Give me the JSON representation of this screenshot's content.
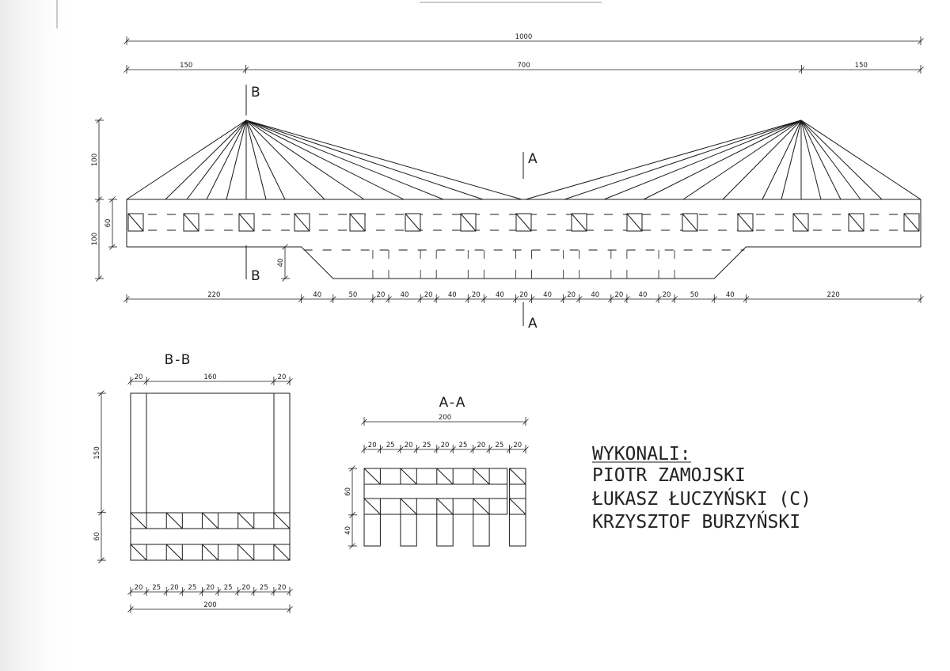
{
  "drawing": {
    "elevation": {
      "dim_overall": "1000",
      "dim_spans": [
        "150",
        "700",
        "150"
      ],
      "dim_bottom": [
        "220",
        "40",
        "50",
        "20",
        "40",
        "20",
        "40",
        "20",
        "40",
        "20",
        "40",
        "20",
        "40",
        "20",
        "40",
        "20",
        "50",
        "40",
        "220"
      ],
      "dim_height_upper": "100",
      "dim_height_lower": "100",
      "dim_deck_depth": "60",
      "dim_chord_depth": "40",
      "section_marks": {
        "b_top": "B",
        "b_bottom": "B",
        "a_top": "A",
        "a_bottom": "A"
      }
    },
    "section_bb": {
      "title": "B-B",
      "dim_top": [
        "20",
        "160",
        "20"
      ],
      "dim_left": [
        "150",
        "60"
      ],
      "dim_bottom": [
        "20",
        "25",
        "20",
        "25",
        "20",
        "25",
        "20",
        "25",
        "20"
      ],
      "dim_overall": "200"
    },
    "section_aa": {
      "title": "A-A",
      "dim_overall": "200",
      "dim_top": [
        "20",
        "25",
        "20",
        "25",
        "20",
        "25",
        "20",
        "25",
        "20"
      ],
      "dim_left": [
        "60",
        "40"
      ]
    },
    "title_block": {
      "heading": "WYKONALI:",
      "authors": [
        "PIOTR ZAMOJSKI",
        "ŁUKASZ ŁUCZYŃSKI (C)",
        "KRZYSZTOF BURZYŃSKI"
      ]
    }
  }
}
